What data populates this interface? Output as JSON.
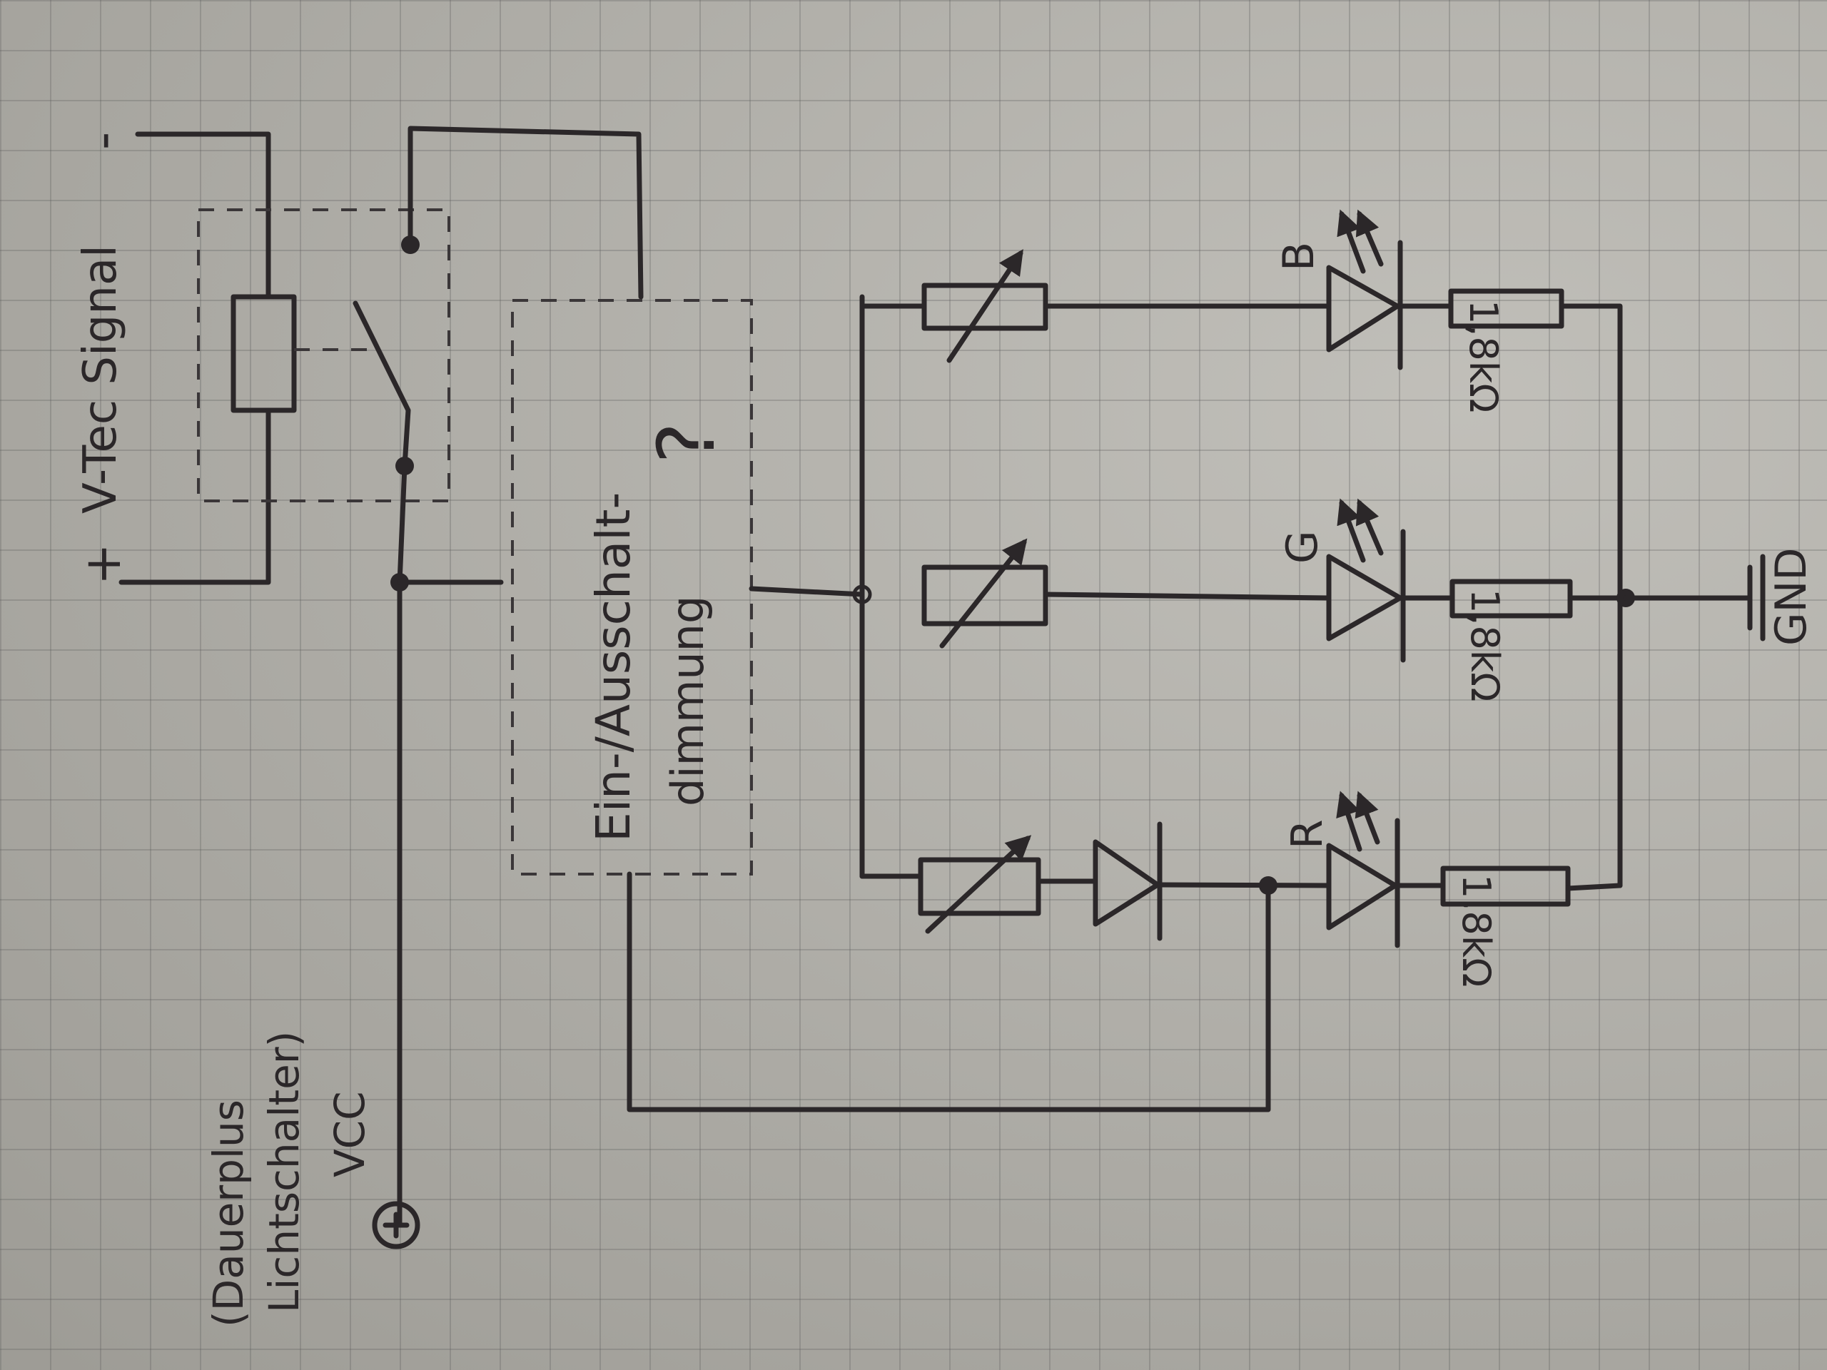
{
  "labels": {
    "vtec_signal": "V-Tec Signal",
    "vtec_plus": "+",
    "vtec_minus": "-",
    "dauerplus": "(Dauerplus",
    "lichtschalter": "Lichtschalter)",
    "vcc": "VCC",
    "vcc_terminal": "+",
    "dimmer_line1": "Ein-/Ausschalt-",
    "dimmer_line2": "dimmung",
    "dimmer_question": "?",
    "gnd": "GND"
  },
  "channels": [
    {
      "led": "B",
      "resistor": "1,8kΩ"
    },
    {
      "led": "G",
      "resistor": "1,8kΩ"
    },
    {
      "led": "R",
      "resistor": "1,8kΩ"
    }
  ],
  "colors": {
    "ink": "#2b2729",
    "paper": "#b3b1aa"
  }
}
